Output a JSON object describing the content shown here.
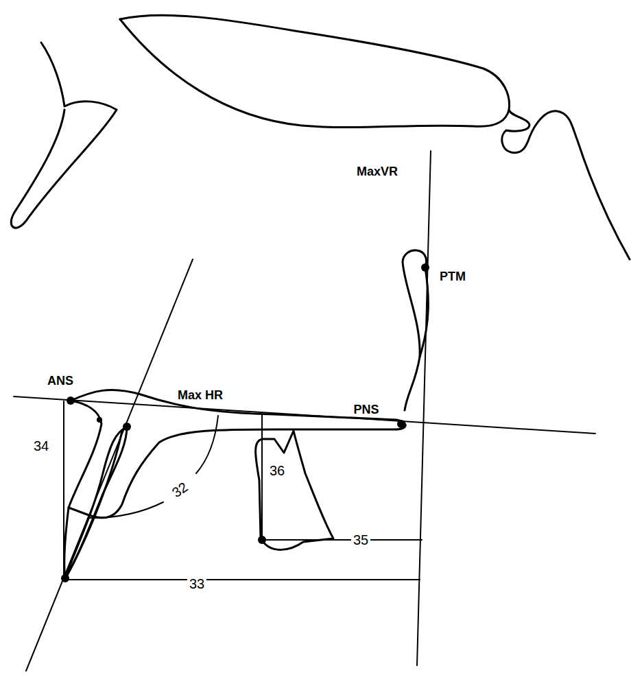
{
  "diagram": {
    "labels": [
      "MaxVR",
      "PTM",
      "ANS",
      "Max HR",
      "PNS",
      "34",
      "32",
      "36",
      "35",
      "33"
    ]
  }
}
